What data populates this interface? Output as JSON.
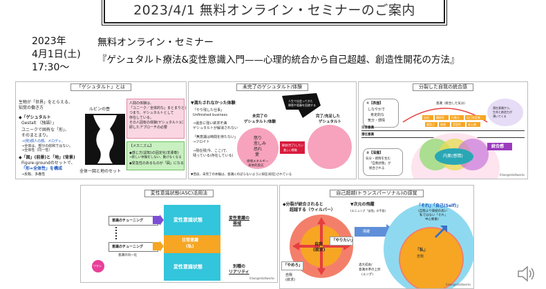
{
  "header": {
    "title": "2023/4/1 無料オンライン・セミナーのご案内"
  },
  "info": {
    "year": "2023年",
    "date": "4月1日(土)",
    "time": "17:30〜",
    "seminar_type": "無料オンライン・セミナー",
    "seminar_title": "『ゲシュタルト療法&変性意識入門——心理的統合から自己超越、創造性開花の方法』"
  },
  "credit": "©bosgestaltworks",
  "slides": {
    "s1": {
      "heading": "「ゲシュタルト」とは",
      "intro": [
        "生物が「世界」をとらえる、",
        "知覚の働き方"
      ],
      "gestalt": [
        "◆「ゲシュタルト",
        "Gestalt （独語）」",
        "ユニークで固有な「形」、",
        "そのまとまり。",
        "→(例)顔人の顔、メロディ、",
        "→全体は、部分の総和ではない。",
        "→全体性（同一性）"
      ],
      "figure": [
        "◆「図」(前景)と「地」(背景)",
        "Figure-groundのセットで、",
        "「形=全体性」を構成",
        "→反転、多義性"
      ],
      "vase_label": "ルビンの壺",
      "vase_caption": "全体ー図と地のセット",
      "pink": [
        "人間の体験は、",
        "「ユニーク／全体的な」まとまりとして",
        "つまり、ゲシュタルトとして",
        "存在している。",
        "その人固有の体験(ゲシュタルト)に",
        "即したアプローチの必要"
      ],
      "green_head": "【メカニズム】",
      "green": [
        "◆感じ方(認知)の固定化(非柔軟)",
        "→新しい体験をしない、動けなくなる",
        "◆緊急性のあるものが「図」になる"
      ]
    },
    "s2": {
      "heading": "未完了のゲシュタルト/体験",
      "left": [
        "▼満たされなかった体験",
        "「やり残した仕事」",
        "Unfinished business",
        "→過去に強い欲求不満",
        "ゲシュタルトが解消されない",
        "「無意識は時間を持たない」",
        "→フロイト",
        "→現在残(今、ここ)で、",
        "残っている(存在している)"
      ],
      "arrow_text": [
        "人生で出会ってきた",
        "障害や葛藤を回避する"
      ],
      "left_circle": [
        "未完了の",
        "ゲシュタルト/体験"
      ],
      "right_circle": [
        "完了/充足した",
        "ゲシュタルト"
      ],
      "emotions": [
        "怒り",
        "悲しみ",
        "恐れ",
        "愛"
      ],
      "energy": [
        "感情エネルギー",
        "身体的反応"
      ],
      "red_box": [
        "解放(完了)したい",
        "激しい衝動"
      ],
      "footer": "▼普段、未完了の体験は、意識にのぼらないように抑圧(抑圧)されている"
    },
    "s3": {
      "heading": "分裂した自我の統合感",
      "b1": [
        "①【表面】",
        "しなやかで",
        "肯定的な",
        "気分・感情"
      ],
      "b2": [
        "②【深層】",
        "気分・感情を生む",
        "「自我状態」が",
        "統合される"
      ],
      "top_label": "意識（統合した気分）",
      "chips": [
        "自信",
        "積極性",
        "行動力",
        "自己肯定感",
        "寛容さ",
        "感謝",
        "受容性",
        "安心感"
      ],
      "daily": "日常意識",
      "latent": "潜在意識",
      "inner": "内奥(感情)",
      "lavender": [
        "潜在意識から、",
        "生命と創造力が",
        "湧いてくる"
      ],
      "integration": "統合感"
    },
    "s4": {
      "heading": "変性意識状態(ASC)活用法",
      "tuning": "意識のチューニング",
      "upper_block": "変性意識状態",
      "middle_block": [
        "日常意識",
        "(私)"
      ],
      "lower_block": "変性意識状態",
      "label1": [
        "変性意識の",
        "帯域"
      ],
      "label2": [
        "別種の",
        "リアリティ"
      ],
      "caption": "意識の同一化",
      "badge": "ワタシ"
    },
    "s5": {
      "heading": "自己超越(トランスパーソナル)の感覚",
      "left_title": [
        "◆分裂が統合されると",
        "超越する（ウィルバー）"
      ],
      "center": [
        "自我",
        "(欲求)"
      ],
      "yaritai": "「やりたい」",
      "yameyo": "「やめろ」",
      "bottom": [
        "自我",
        "(欲求)"
      ],
      "mid_title": "▼次元の飛躍",
      "mid_sub": "(エニュング「自我」の手段)",
      "arrow_label": "飛躍",
      "mid_caption": [
        "過大成長/",
        "意識水準の上昇",
        "(ユング)"
      ],
      "right_title": "「それ」「自己(Self)」",
      "right_sub": [
        "(自我より価値の高い",
        "私ではない「それ」",
        "中心要素)"
      ],
      "inner_label": [
        "「私」",
        "自我"
      ]
    }
  }
}
